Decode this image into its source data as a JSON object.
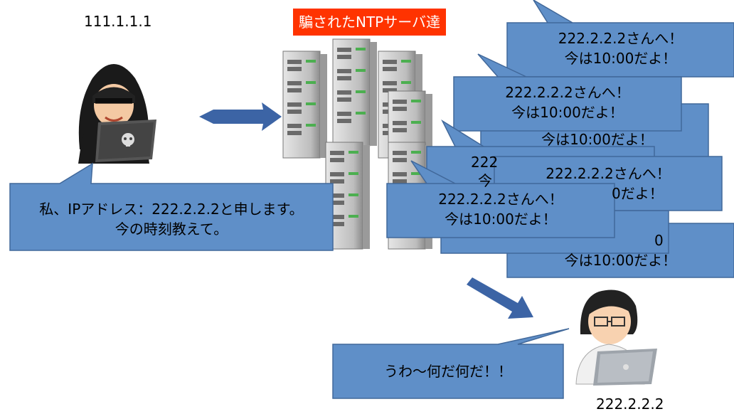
{
  "attacker": {
    "ip": "111.1.1.1"
  },
  "victim": {
    "ip": "222.2.2.2"
  },
  "servers": {
    "label": "騙されたNTPサーバ達"
  },
  "attacker_bubble": {
    "line1": "私、IPアドレス：222.2.2.2と申します。",
    "line2": "今の時刻教えて。"
  },
  "reply": {
    "line1": "222.2.2.2さんへ！",
    "line2": "今は10:00だよ！"
  },
  "reply_partial": {
    "frag_222": "222",
    "frag_ima": "今",
    "frag_0": "0",
    "frag_time": "今は10:00だよ！",
    "frag_a": "今は10:00だよ！",
    "frag_b": "今は10:00だよ！",
    "frag_c": "0だよ！"
  },
  "victim_bubble": {
    "text": "うわ〜何だ何だ！！"
  },
  "colors": {
    "bubble": "#5f8fc8",
    "bubble_stroke": "#41689a",
    "arrow": "#3c64a5",
    "title_bg": "#ff3300"
  }
}
